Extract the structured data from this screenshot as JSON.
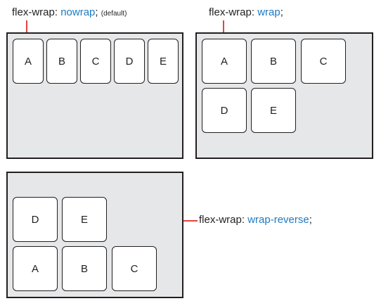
{
  "colors": {
    "container_fill": "#e6e7e8",
    "border": "#231f20",
    "value_blue": "#1f7ac1",
    "pointer_red": "#e2453c"
  },
  "panels": {
    "nowrap": {
      "property": "flex-wrap:",
      "value": "nowrap",
      "suffix": ";",
      "note": "(default)",
      "items": [
        "A",
        "B",
        "C",
        "D",
        "E"
      ]
    },
    "wrap": {
      "property": "flex-wrap:",
      "value": "wrap",
      "suffix": ";",
      "items": [
        "A",
        "B",
        "C",
        "D",
        "E"
      ]
    },
    "wrap_reverse": {
      "property": "flex-wrap:",
      "value": "wrap-reverse",
      "suffix": ";",
      "items": [
        "A",
        "B",
        "C",
        "D",
        "E"
      ]
    }
  }
}
